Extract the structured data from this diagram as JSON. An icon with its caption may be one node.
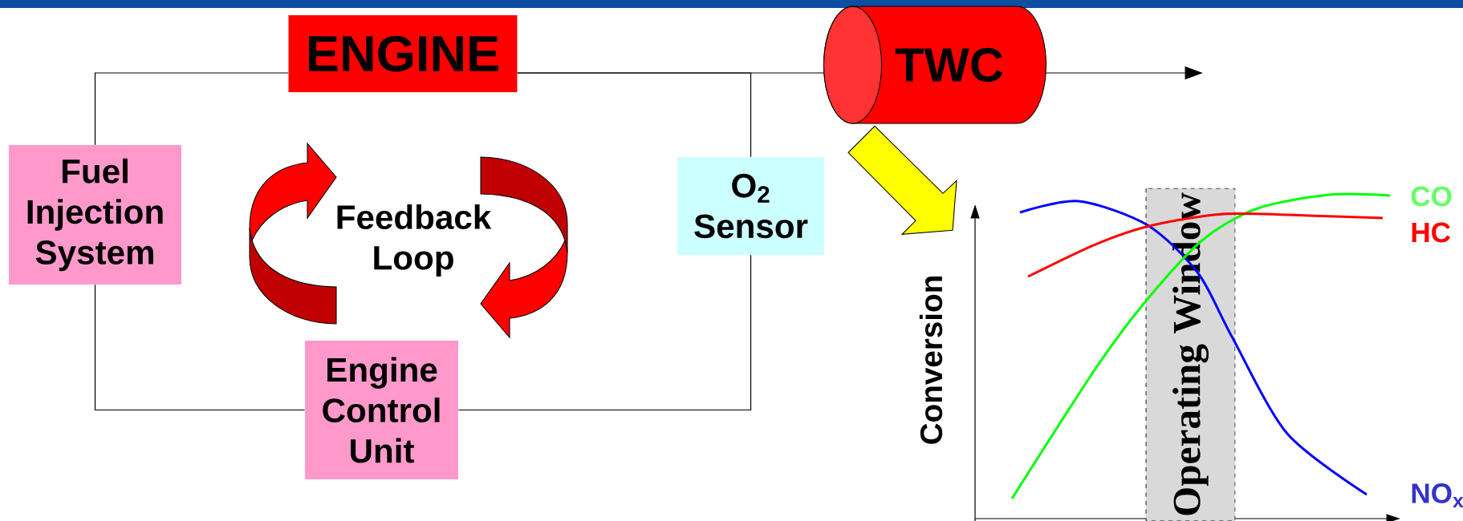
{
  "diagram": {
    "nodes": [
      {
        "text": [
          "ENGINE"
        ]
      },
      {
        "text": [
          "Fuel Injection System"
        ]
      },
      {
        "text": [
          "O$_{2}$ Sensor"
        ]
      },
      {
        "text": [
          "Engine Control Unit"
        ]
      },
      {
        "text": [
          "TWC"
        ]
      },
      {
        "text": [
          "Operating Window"
        ]
      }
    ],
    "edges": [
      {
        "from": 0,
        "to": 1,
        "arrow": "none"
      },
      {
        "from": 1,
        "to": 3,
        "arrow": "none"
      },
      {
        "from": 3,
        "to": 2,
        "arrow": "none"
      },
      {
        "from": 2,
        "to": 0,
        "arrow": "none"
      },
      {
        "from": 0,
        "to": 4,
        "arrow": "none"
      },
      {
        "from": 4,
        "to": null,
        "arrow": "to"
      },
      {
        "from": 4,
        "to": null,
        "arrow": "to",
        "style": "thick",
        "color": "#ffff00"
      }
    ],
    "labels": [
      "Feedback Loop",
      "Conversion",
      "CO",
      "HC",
      "NO$_{x}$"
    ]
  }
}
